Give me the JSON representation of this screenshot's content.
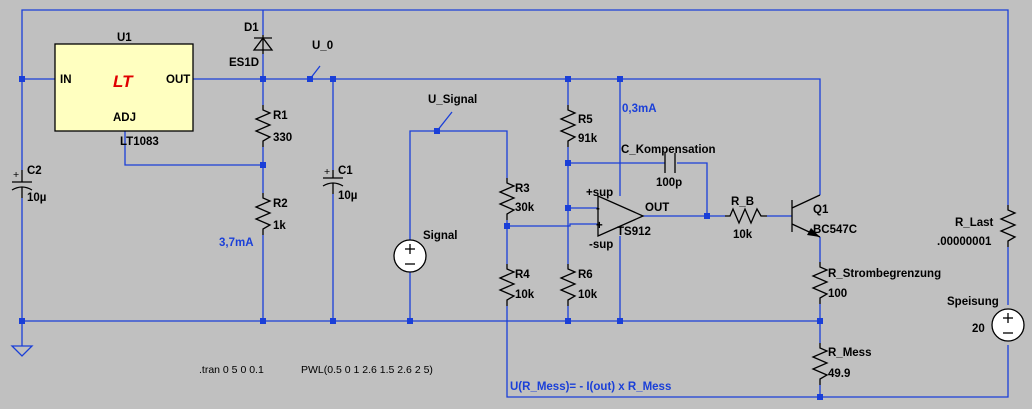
{
  "components": {
    "u1": {
      "name": "U1",
      "part": "LT1083",
      "pin_in": "IN",
      "pin_out": "OUT",
      "pin_adj": "ADJ",
      "logo": "LT"
    },
    "d1": {
      "name": "D1",
      "value": "ES1D"
    },
    "r1": {
      "name": "R1",
      "value": "330"
    },
    "r2": {
      "name": "R2",
      "value": "1k"
    },
    "r3": {
      "name": "R3",
      "value": "30k"
    },
    "r4": {
      "name": "R4",
      "value": "10k"
    },
    "r5": {
      "name": "R5",
      "value": "91k"
    },
    "r6": {
      "name": "R6",
      "value": "10k"
    },
    "rb": {
      "name": "R_B",
      "value": "10k"
    },
    "rs": {
      "name": "R_Strombegrenzung",
      "value": "100"
    },
    "rm": {
      "name": "R_Mess",
      "value": "49.9"
    },
    "rl": {
      "name": "R_Last",
      "value": ".00000001"
    },
    "c1": {
      "name": "C1",
      "value": "10µ"
    },
    "c2": {
      "name": "C2",
      "value": "10µ"
    },
    "ck": {
      "name": "C_Kompensation",
      "value": "100p"
    },
    "q1": {
      "name": "Q1",
      "value": "BC547C"
    },
    "u2": {
      "name": "TS912",
      "pos_sup": "+sup",
      "neg_sup": "-sup",
      "out": "OUT",
      "minus": "-",
      "plus": "+"
    },
    "signal": {
      "name": "Signal"
    },
    "speisung": {
      "name": "Speisung",
      "value": "20"
    }
  },
  "nets": {
    "u0": "U_0",
    "u_signal": "U_Signal"
  },
  "annotations": {
    "current_adj": "3,7mA",
    "current_opamp": "0,3mA",
    "formula": "U(R_Mess)= - I(out) x  R_Mess"
  },
  "directives": {
    "tran": ".tran 0 5 0 0.1",
    "pwl": "PWL(0.5 0 1 2.6 1.5 2.6 2 5)"
  },
  "colors": {
    "background": "#c0c0c0",
    "wire": "#1a3fd8",
    "component": "#000000",
    "regulator_body": "#ffffc0",
    "logo": "#e00000"
  }
}
